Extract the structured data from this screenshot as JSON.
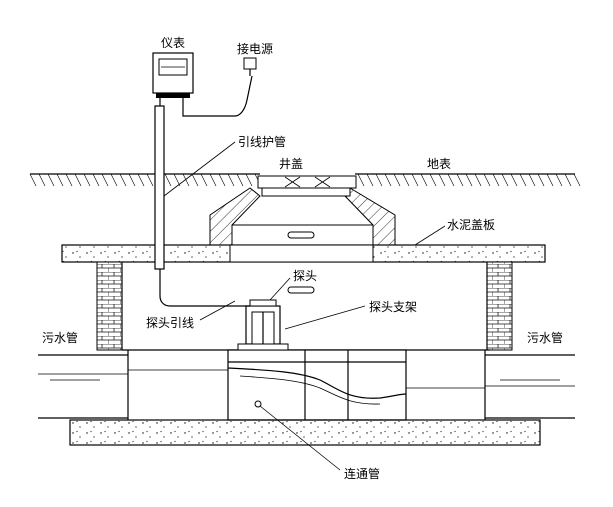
{
  "labels": {
    "meter": "仪表",
    "power": "接电源",
    "conduit": "引线护管",
    "well_cover": "井盖",
    "ground": "地表",
    "concrete_slab": "水泥盖板",
    "probe": "探头",
    "probe_bracket": "探头支架",
    "probe_wire": "探头引线",
    "sewer_left": "污水管",
    "sewer_right": "污水管",
    "connecting_pipe": "连通管"
  }
}
